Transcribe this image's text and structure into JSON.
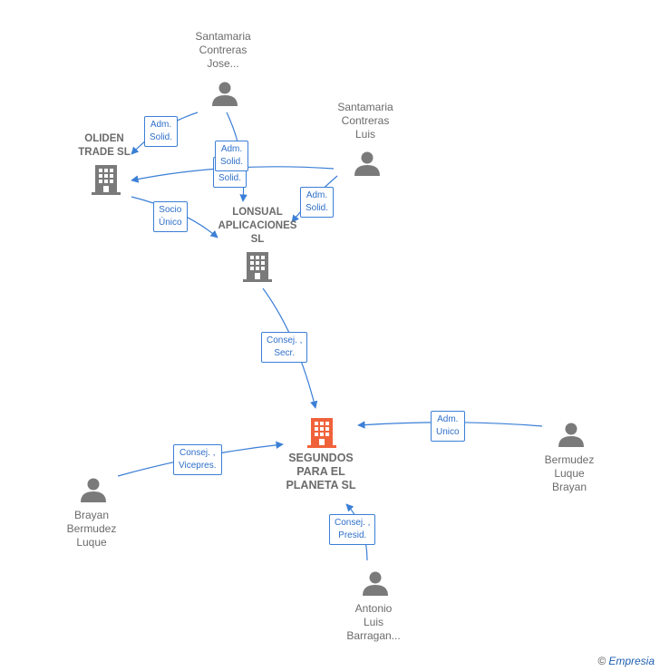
{
  "nodes": {
    "santamaria_jose": "Santamaria\nContreras\nJose...",
    "santamaria_luis": "Santamaria\nContreras\nLuis",
    "oliden": "OLIDEN\nTRADE  SL",
    "lonsual": "LONSUAL\nAPLICACIONES\nSL",
    "segundos": "SEGUNDOS\nPARA EL\nPLANETA  SL",
    "brayan_bermudez": "Brayan\nBermudez\nLuque",
    "bermudez_luque": "Bermudez\nLuque\nBrayan",
    "antonio": "Antonio\nLuis\nBarragan..."
  },
  "edges": {
    "jose_oliden": "Adm.\nSolid.",
    "jose_lonsual": "Adm.\nSolid.",
    "luis_oliden": "Adm.\nSolid.",
    "luis_lonsual": "Adm.\nSolid.",
    "oliden_lonsual": "Socio\nÚnico",
    "lonsual_segundos": "Consej. ,\nSecr.",
    "bermudez_segundos": "Adm.\nUnico",
    "brayan_segundos": "Consej. ,\nVicepres.",
    "antonio_segundos": "Consej. ,\nPresid."
  },
  "colors": {
    "edge": "#3b7fd6",
    "person_icon": "#7a7a7a",
    "company_icon": "#7a7a7a",
    "main_company_icon": "#f0623a"
  },
  "footer": {
    "copyright": "©",
    "brand": "Empresia"
  }
}
